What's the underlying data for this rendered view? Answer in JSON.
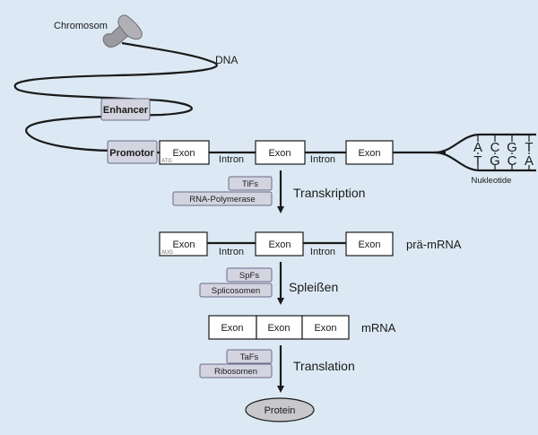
{
  "chromosome_label": "Chromosom",
  "dna_label": "DNA",
  "enhancer_label": "Enhancer",
  "promotor_label": "Promotor",
  "atg_label": "ATG",
  "aug_label": "AUG",
  "exon_label": "Exon",
  "intron_label": "Intron",
  "nucleotides": {
    "top": [
      "A",
      "C",
      "G",
      "T"
    ],
    "bottom": [
      "T",
      "G",
      "C",
      "A"
    ],
    "label": "Nukleotide"
  },
  "steps": {
    "transcription": {
      "label": "Transkription",
      "factors": [
        "TiFs",
        "RNA-Polymerase"
      ]
    },
    "splicing": {
      "label": "Spleißen",
      "factors": [
        "SpFs",
        "Splicosomen"
      ]
    },
    "translation": {
      "label": "Translation",
      "factors": [
        "TaFs",
        "Ribosomen"
      ]
    }
  },
  "pre_mrna_label": "prä-mRNA",
  "mrna_label": "mRNA",
  "protein_label": "Protein"
}
